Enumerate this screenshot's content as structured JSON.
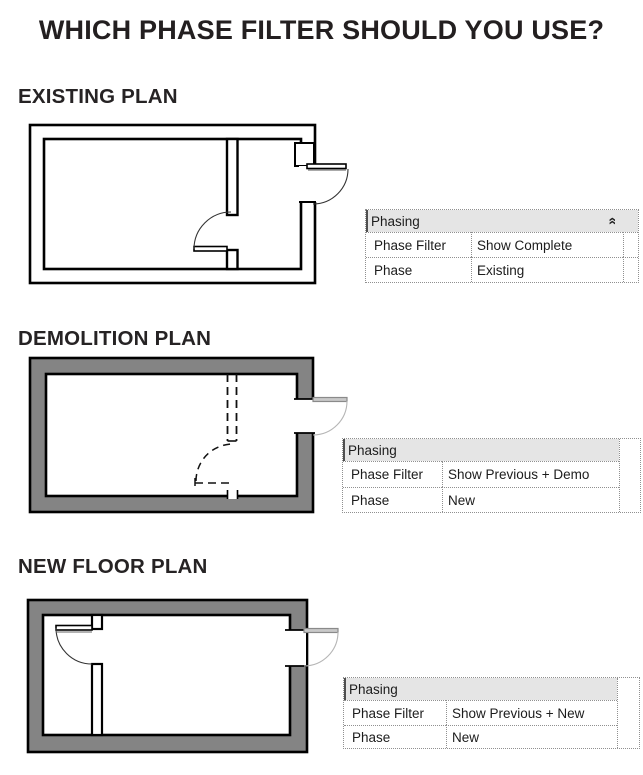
{
  "page": {
    "title": "WHICH PHASE FILTER SHOULD YOU USE?"
  },
  "colors": {
    "text": "#231f20",
    "wall_gray": "#848484",
    "panel_header_bg": "#e5e5e5",
    "panel_border": "#909090"
  },
  "sections": [
    {
      "heading": "EXISTING PLAN",
      "panel": {
        "title": "Phasing",
        "collapse_icon": {
          "name": "double-chevron-up",
          "glyph": "»"
        },
        "rows": [
          {
            "label": "Phase Filter",
            "value": "Show Complete"
          },
          {
            "label": "Phase",
            "value": "Existing"
          }
        ]
      }
    },
    {
      "heading": "DEMOLITION PLAN",
      "panel": {
        "title": "Phasing",
        "rows": [
          {
            "label": "Phase Filter",
            "value": "Show Previous + Demo"
          },
          {
            "label": "Phase",
            "value": "New"
          }
        ]
      }
    },
    {
      "heading": "NEW FLOOR PLAN",
      "panel": {
        "title": "Phasing",
        "rows": [
          {
            "label": "Phase Filter",
            "value": "Show Previous + New"
          },
          {
            "label": "Phase",
            "value": "New"
          }
        ]
      }
    }
  ]
}
